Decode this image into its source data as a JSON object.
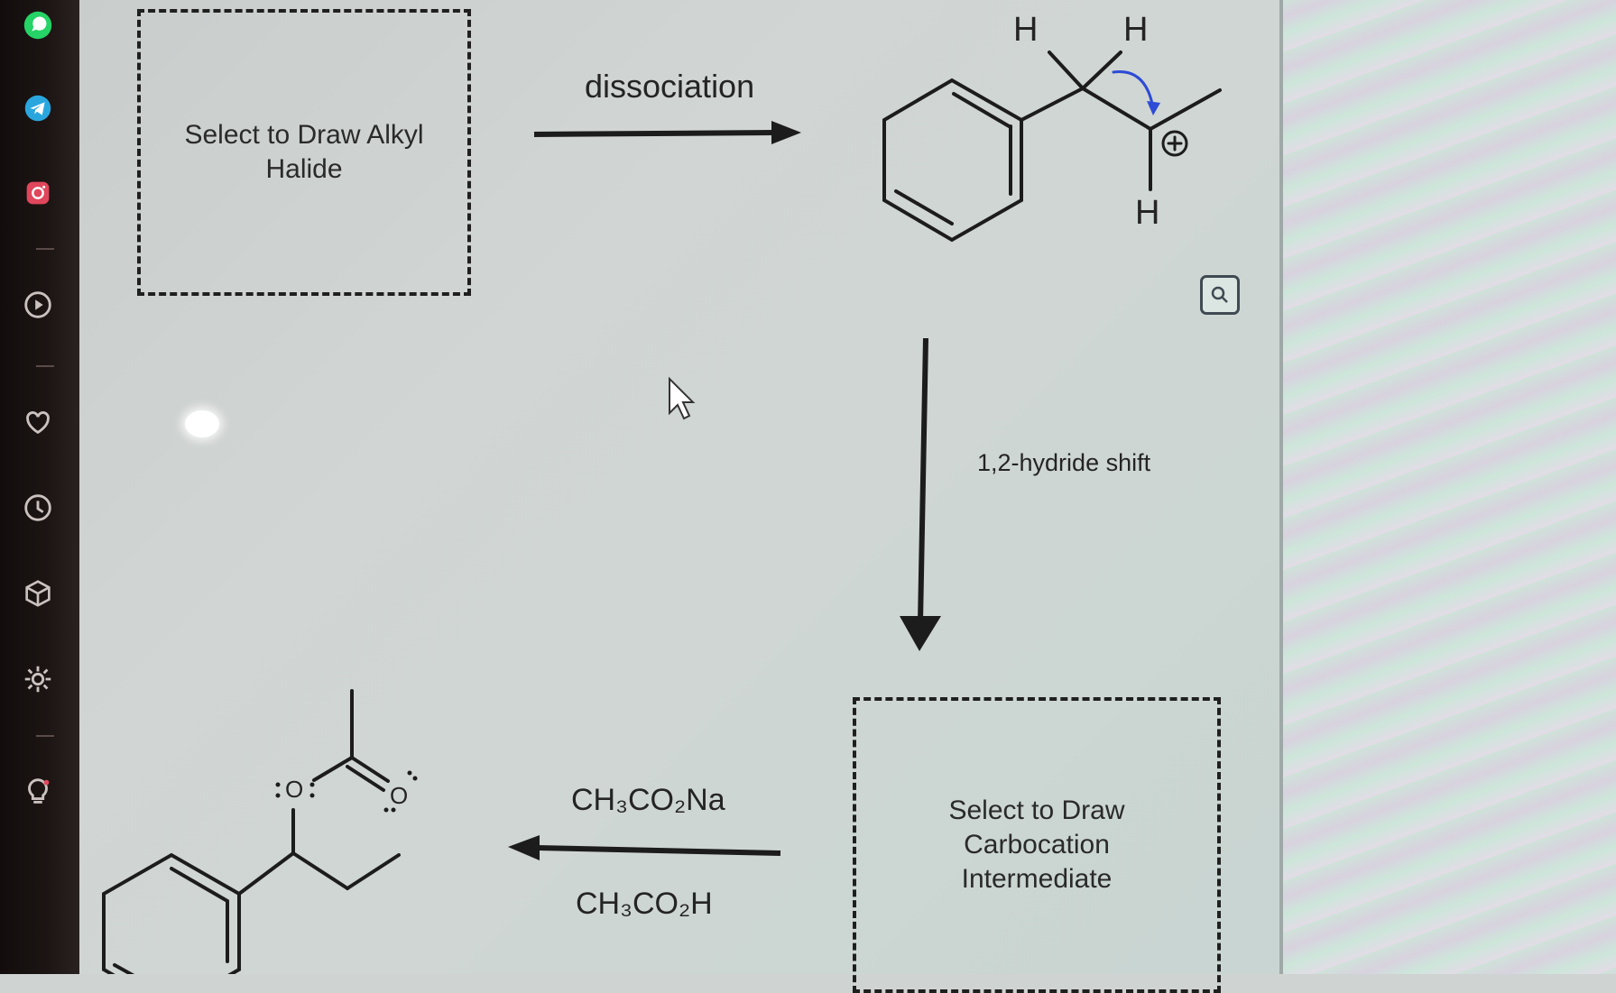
{
  "scheme": {
    "box_alkyl_halide": "Select to Draw Alkyl\nHalide",
    "box_carbocation": "Select to Draw\nCarbocation\nIntermediate",
    "arrow_dissociation": "dissociation",
    "arrow_hydride_shift": "1,2-hydride shift",
    "reagent_top": "CH₃CO₂Na",
    "reagent_bottom": "CH₃CO₂H"
  },
  "molecule_top": {
    "atom_labels": [
      "H",
      "H",
      "H"
    ],
    "charge": "+"
  },
  "molecule_product": {
    "atom_labels": [
      "O",
      "O"
    ]
  },
  "rail_icons": [
    "whatsapp-icon",
    "telegram-icon",
    "instagram-icon",
    "play-icon",
    "heart-icon",
    "history-icon",
    "cube-icon",
    "gear-icon",
    "lightbulb-icon"
  ],
  "colors": {
    "ink": "#1c1c1c",
    "curved_arrow": "#2d4bd6",
    "whatsapp": "#25d366",
    "telegram": "#2aa6de",
    "instagram": "#e0465c"
  }
}
